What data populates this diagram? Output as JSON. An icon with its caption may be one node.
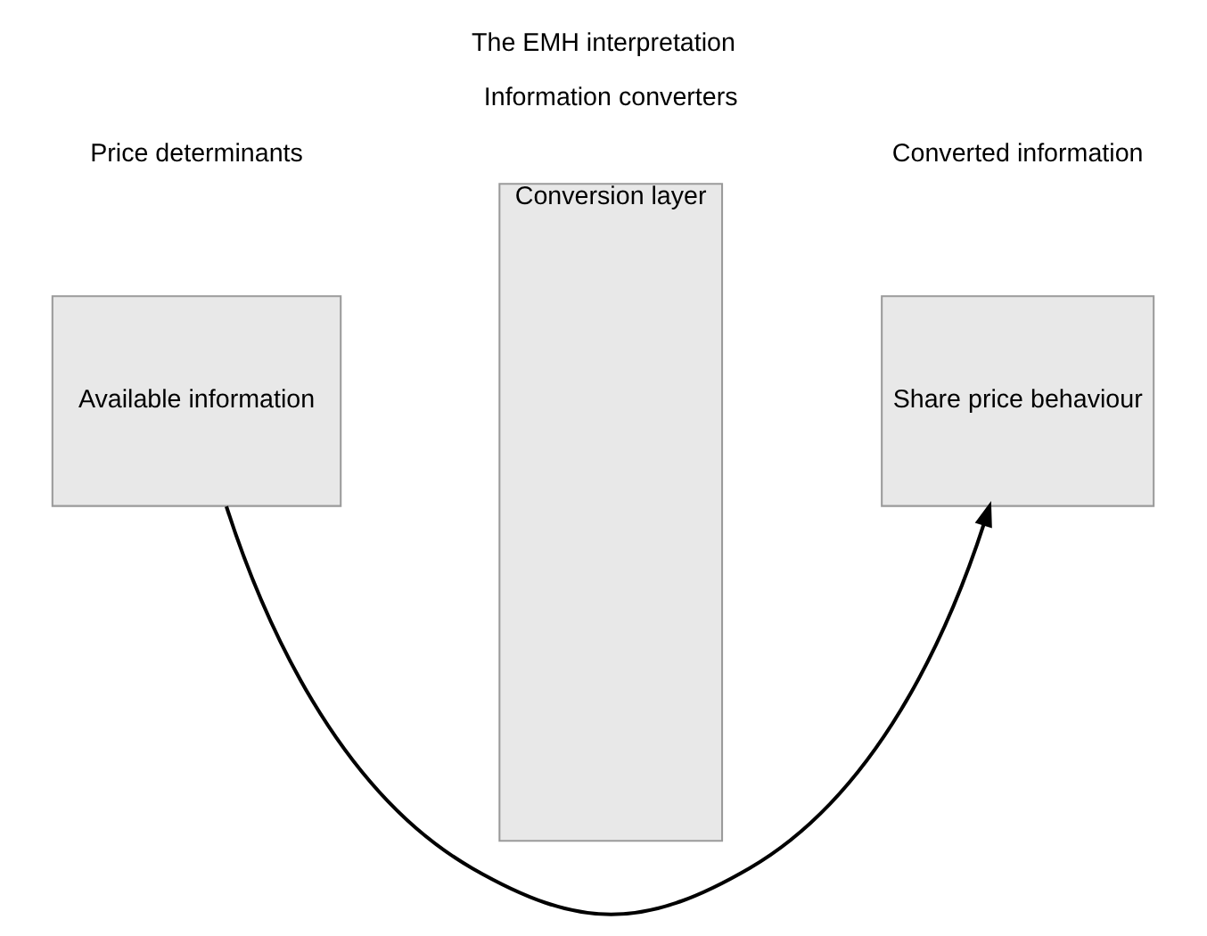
{
  "diagram": {
    "title": "The EMH interpretation",
    "nodes": [
      {
        "text": [
          "Available information"
        ]
      },
      {
        "text": [
          "Conversion layer"
        ]
      },
      {
        "text": [
          "Share price behaviour"
        ]
      }
    ],
    "edges": [
      {
        "from": 0,
        "to": 2,
        "arrow": "to"
      }
    ],
    "labels": [
      "Price determinants",
      "Information converters",
      "Converted information"
    ]
  }
}
